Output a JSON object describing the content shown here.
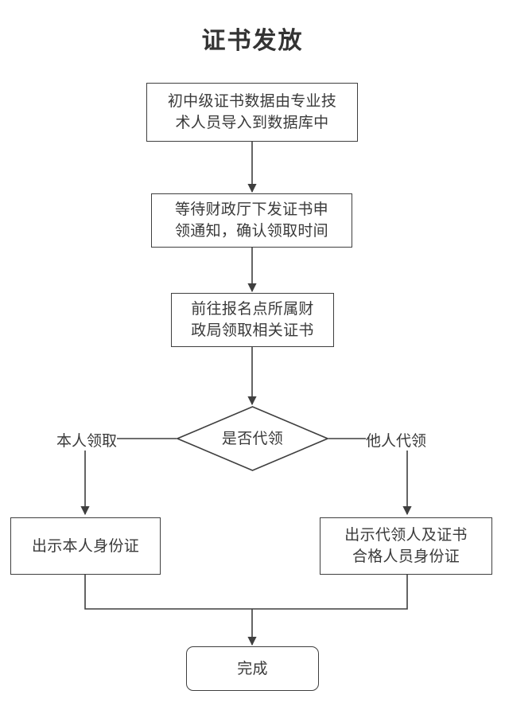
{
  "diagram": {
    "title": "证书发放",
    "type": "flowchart",
    "orientation": "top-to-bottom",
    "line_color": "#3f3f3f",
    "text_color": "#3a3a3a",
    "title_color": "#333333",
    "background": "#ffffff",
    "nodes": [
      {
        "id": "import",
        "shape": "rectangle",
        "text": "初中级证书数据由专业技\n术人员导入到数据库中"
      },
      {
        "id": "wait",
        "shape": "rectangle",
        "text": "等待财政厅下发证书申\n领通知，确认领取时间"
      },
      {
        "id": "collect",
        "shape": "rectangle",
        "text": "前往报名点所属财\n政局领取相关证书"
      },
      {
        "id": "decision",
        "shape": "diamond",
        "text": "是否代领"
      },
      {
        "id": "self-id",
        "shape": "rectangle",
        "text": "出示本人身份证"
      },
      {
        "id": "proxy-id",
        "shape": "rectangle",
        "text": "出示代领人及证书\n合格人员身份证"
      },
      {
        "id": "done",
        "shape": "rounded-rectangle",
        "text": "完成"
      }
    ],
    "edges": [
      {
        "id": "e1",
        "from": "import",
        "to": "wait",
        "label": ""
      },
      {
        "id": "e2",
        "from": "wait",
        "to": "collect",
        "label": ""
      },
      {
        "id": "e3",
        "from": "collect",
        "to": "decision",
        "label": ""
      },
      {
        "id": "e4",
        "from": "decision",
        "to": "self-id",
        "label": "本人领取"
      },
      {
        "id": "e5",
        "from": "decision",
        "to": "proxy-id",
        "label": "他人代领"
      },
      {
        "id": "e6",
        "from": "self-id",
        "to": "done",
        "label": ""
      },
      {
        "id": "e7",
        "from": "proxy-id",
        "to": "done",
        "label": ""
      }
    ]
  }
}
